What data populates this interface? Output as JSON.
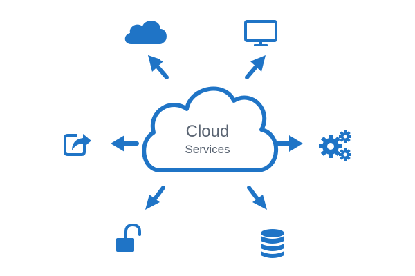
{
  "theme": {
    "accent": "#1f74c6",
    "text": "#5a6472",
    "background": "#ffffff"
  },
  "center": {
    "title": "Cloud",
    "subtitle": "Services",
    "icon": "cloud-outline-icon"
  },
  "nodes": [
    {
      "id": "top-left",
      "icon": "cloud-icon"
    },
    {
      "id": "top-right",
      "icon": "monitor-icon"
    },
    {
      "id": "left",
      "icon": "share-icon"
    },
    {
      "id": "right",
      "icon": "gears-icon"
    },
    {
      "id": "bottom-left",
      "icon": "unlock-icon"
    },
    {
      "id": "bottom-right",
      "icon": "database-icon"
    }
  ]
}
